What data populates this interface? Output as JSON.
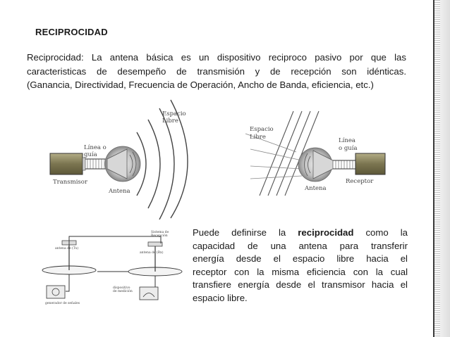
{
  "slide": {
    "title": "RECIPROCIDAD",
    "intro_lines": [
      "Reciprocidad: La antena básica es un dispositivo reciproco pasivo  por que las",
      "caracteristicas de desempeño de transmisión y de recepción son idénticas.",
      "(Ganancia, Directividad, Frecuencia de Operación, Ancho de Banda, eficiencia, etc.)"
    ],
    "definition": {
      "line1_before": "Puede definirse la ",
      "line1_bold": "reciprocidad",
      "line1_after": " como la",
      "lines": [
        "capacidad de una antena para transferir",
        "energía desde el espacio libre hacia el",
        "receptor con la misma eficiencia con la cual",
        "transfiere energía desde el transmisor hacia el",
        "espacio libre."
      ]
    }
  },
  "transmit_figure": {
    "label_space": "Espacio",
    "label_free": "Libre",
    "label_line": "Línea o",
    "label_guide": "guía",
    "label_transmitter": "Transmisor",
    "label_antenna": "Antena"
  },
  "receive_figure": {
    "label_space": "Espacio",
    "label_free": "Libre",
    "label_line": "Línea",
    "label_guide": "o guía",
    "label_receiver": "Receptor",
    "label_antenna": "Antena"
  },
  "bench_figure": {
    "label_transmit_antenna": "antena de (Tx)",
    "label_receive_antenna": "antena de (Rx)",
    "label_top": "Sistema de",
    "label_top2": "Recepción",
    "label_generator": "generador de señales",
    "label_detector": "dispositivo",
    "label_detector2": "de medición"
  },
  "colors": {
    "text": "#1a1a1a",
    "device_fill": "#8a8460",
    "arc_stroke": "#444444",
    "ray_stroke": "#777777"
  }
}
